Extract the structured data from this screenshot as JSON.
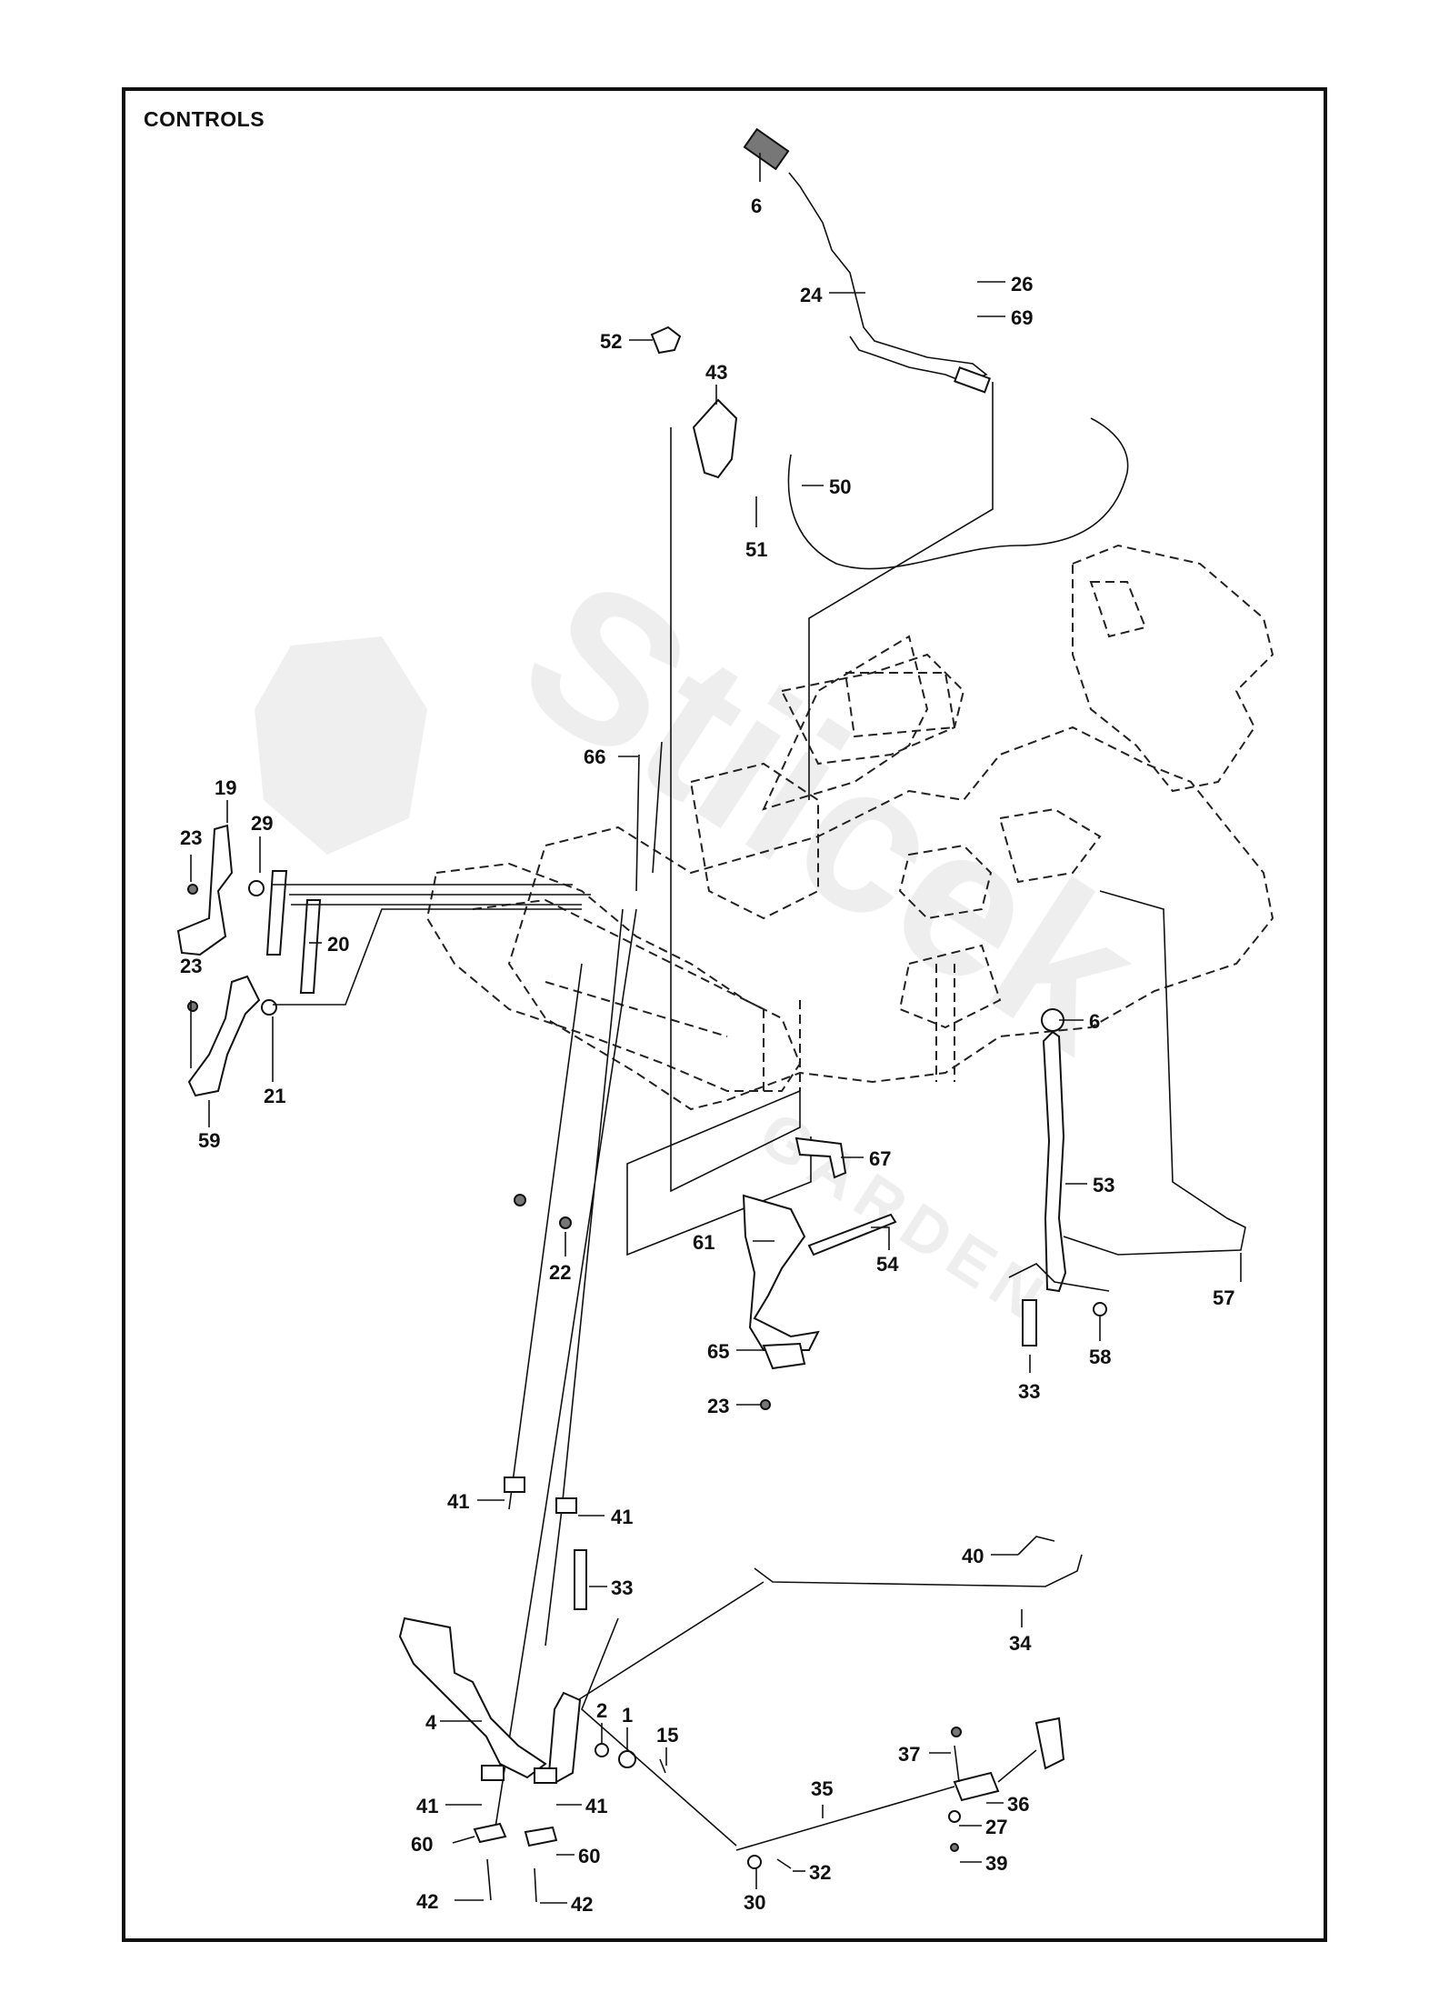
{
  "title": "CONTROLS",
  "watermark": {
    "brand": "Stiicek",
    "sub": "GARDEN"
  },
  "callouts": [
    "6",
    "24",
    "26",
    "69",
    "52",
    "43",
    "50",
    "51",
    "66",
    "19",
    "29",
    "23",
    "20",
    "23",
    "21",
    "59",
    "6",
    "67",
    "61",
    "54",
    "53",
    "57",
    "22",
    "65",
    "23",
    "33",
    "58",
    "41",
    "41",
    "40",
    "33",
    "34",
    "4",
    "2",
    "1",
    "15",
    "37",
    "35",
    "36",
    "41",
    "27",
    "60",
    "41",
    "60",
    "39",
    "42",
    "30",
    "32",
    "42"
  ]
}
